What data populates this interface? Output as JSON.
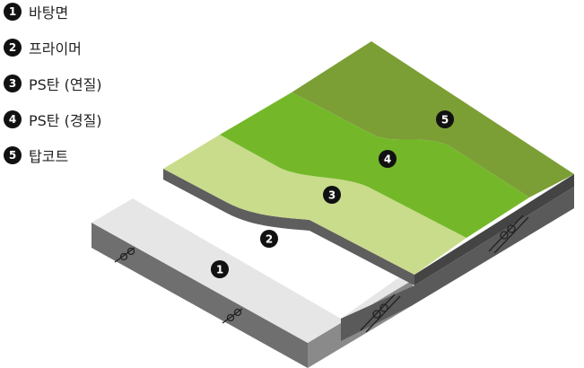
{
  "legend": [
    {
      "number": "1",
      "label": "바탕면"
    },
    {
      "number": "2",
      "label": "프라이머"
    },
    {
      "number": "3",
      "label": "PS탄 (연질)"
    },
    {
      "number": "4",
      "label": "PS탄 (경질)"
    },
    {
      "number": "5",
      "label": "탑코트"
    }
  ],
  "markers": [
    "1",
    "2",
    "3",
    "4",
    "5"
  ],
  "icons": {
    "rebar": "rebar-crack-icon"
  },
  "colors": {
    "base": "#e8e8e8",
    "base_side": "#7a7a7a",
    "primer": "#ffffff",
    "soft_ps": "#c8dc8a",
    "hard_ps": "#74b82a",
    "top_coat": "#7da035",
    "slab_side": "#555555",
    "badge": "#111111"
  }
}
